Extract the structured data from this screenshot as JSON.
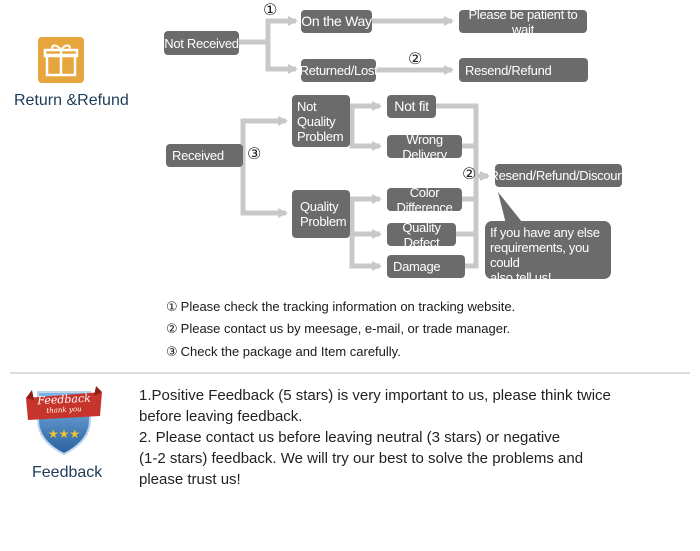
{
  "return_section": {
    "title": "Return &Refund",
    "icon": "gift-box-icon",
    "icon_color": "#e7a53d"
  },
  "flow": {
    "not_received": "Not Received",
    "on_the_way": "On the Way",
    "please_wait": "Please be patient to wait",
    "returned_lost": "Returned/Lost",
    "resend_refund": "Resend/Refund",
    "received": "Received",
    "not_quality_problem": "Not\nQuality\nProblem",
    "not_fit": "Not fit",
    "wrong_delivery": "Wrong Delivery",
    "quality_problem": "Quality\nProblem",
    "color_difference": "Color Difference",
    "quality_defect": "Quality Defect",
    "damage": "Damage",
    "resend_refund_discount": "Resend/Refund/Discount",
    "bubble": "If you have any else\nrequirements, you could\nalso tell us!",
    "marker_1": "①",
    "marker_2a": "②",
    "marker_2b": "②",
    "marker_3": "③",
    "box_color": "#6b6b6b",
    "arrow_color": "#c8c8c8"
  },
  "notes": [
    {
      "num": "①",
      "text": "Please check the tracking information on tracking website."
    },
    {
      "num": "②",
      "text": "Please contact us by meesage, e-mail, or trade manager."
    },
    {
      "num": "③",
      "text": "Check the package and Item carefully."
    }
  ],
  "feedback_section": {
    "title": "Feedback",
    "badge_text": "Feedback",
    "badge_subtext": "thank you",
    "badge_icon": "shield-stars-icon",
    "lines": [
      "1.Positive Feedback (5 stars) is very important to us, please think twice\n before leaving feedback.",
      "2. Please contact us before leaving neutral (3 stars) or negative\n(1-2 stars) feedback. We will try our best to solve the problems and\n please trust us!"
    ]
  }
}
